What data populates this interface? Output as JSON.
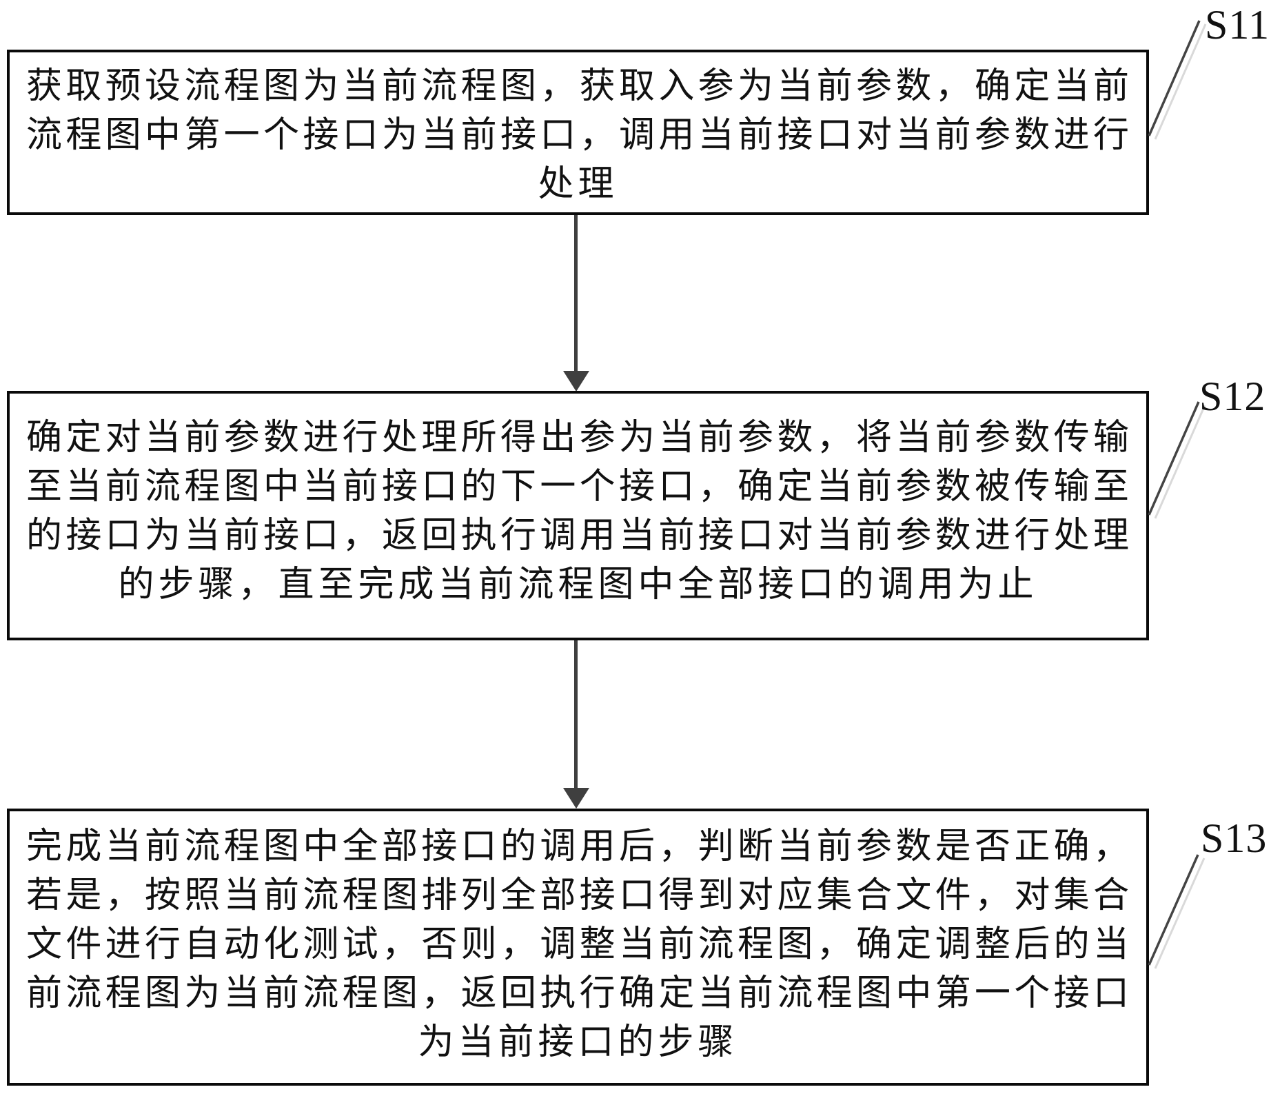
{
  "steps": [
    {
      "label": "S11",
      "lines": [
        "获取预设流程图为当前流程图，获取入参为当前参数，确定当前",
        "流程图中第一个接口为当前接口，调用当前接口对当前参数进行",
        "处理"
      ]
    },
    {
      "label": "S12",
      "lines": [
        "确定对当前参数进行处理所得出参为当前参数，将当前参数传输",
        "至当前流程图中当前接口的下一个接口，确定当前参数被传输至",
        "的接口为当前接口，返回执行调用当前接口对当前参数进行处理",
        "的步骤，直至完成当前流程图中全部接口的调用为止"
      ]
    },
    {
      "label": "S13",
      "lines": [
        "完成当前流程图中全部接口的调用后，判断当前参数是否正确，",
        "若是，按照当前流程图排列全部接口得到对应集合文件，对集合",
        "文件进行自动化测试，否则，调整当前流程图，确定调整后的当",
        "前流程图为当前流程图，返回执行确定当前流程图中第一个接口",
        "为当前接口的步骤"
      ]
    }
  ],
  "colors": {
    "ink": "#111111",
    "arrow": "#3f3f3f",
    "leader": "#444444",
    "leader_shadow": "#d9d9d9",
    "background": "#ffffff"
  }
}
